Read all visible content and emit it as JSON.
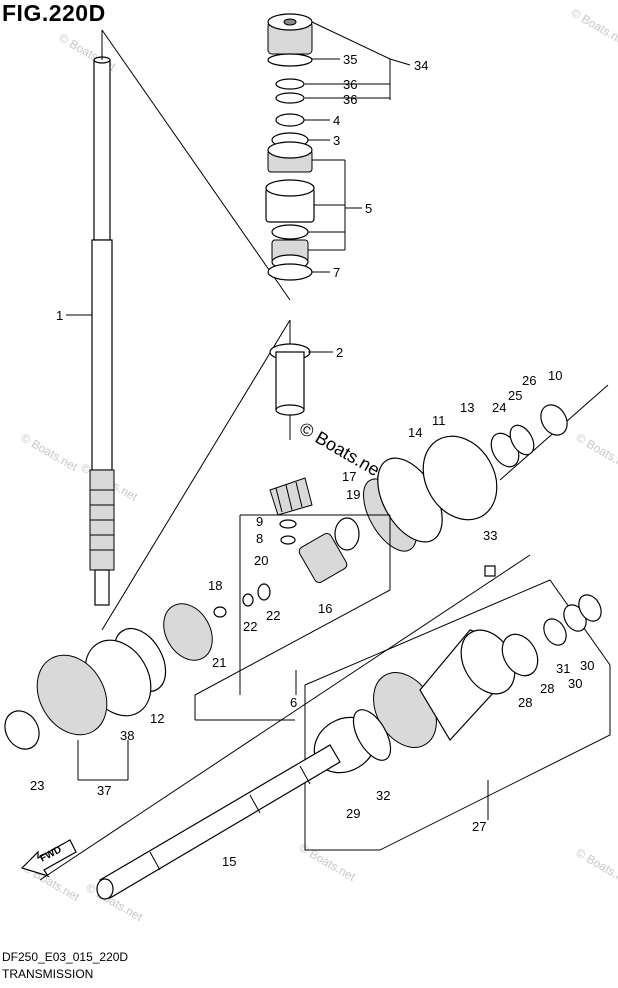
{
  "figure": {
    "title": "FIG.220D",
    "code": "DF250_E03_015_220D",
    "caption": "TRANSMISSION"
  },
  "watermark": {
    "text": "© Boats.net"
  },
  "direction_badge": {
    "label": "FWD"
  },
  "callouts": [
    "1",
    "2",
    "3",
    "4",
    "5",
    "6",
    "7",
    "8",
    "9",
    "10",
    "11",
    "12",
    "13",
    "14",
    "15",
    "16",
    "17",
    "18",
    "19",
    "20",
    "21",
    "22",
    "22",
    "23",
    "24",
    "25",
    "26",
    "27",
    "28",
    "28",
    "29",
    "30",
    "30",
    "31",
    "32",
    "33",
    "34",
    "35",
    "36",
    "36",
    "37",
    "38"
  ]
}
